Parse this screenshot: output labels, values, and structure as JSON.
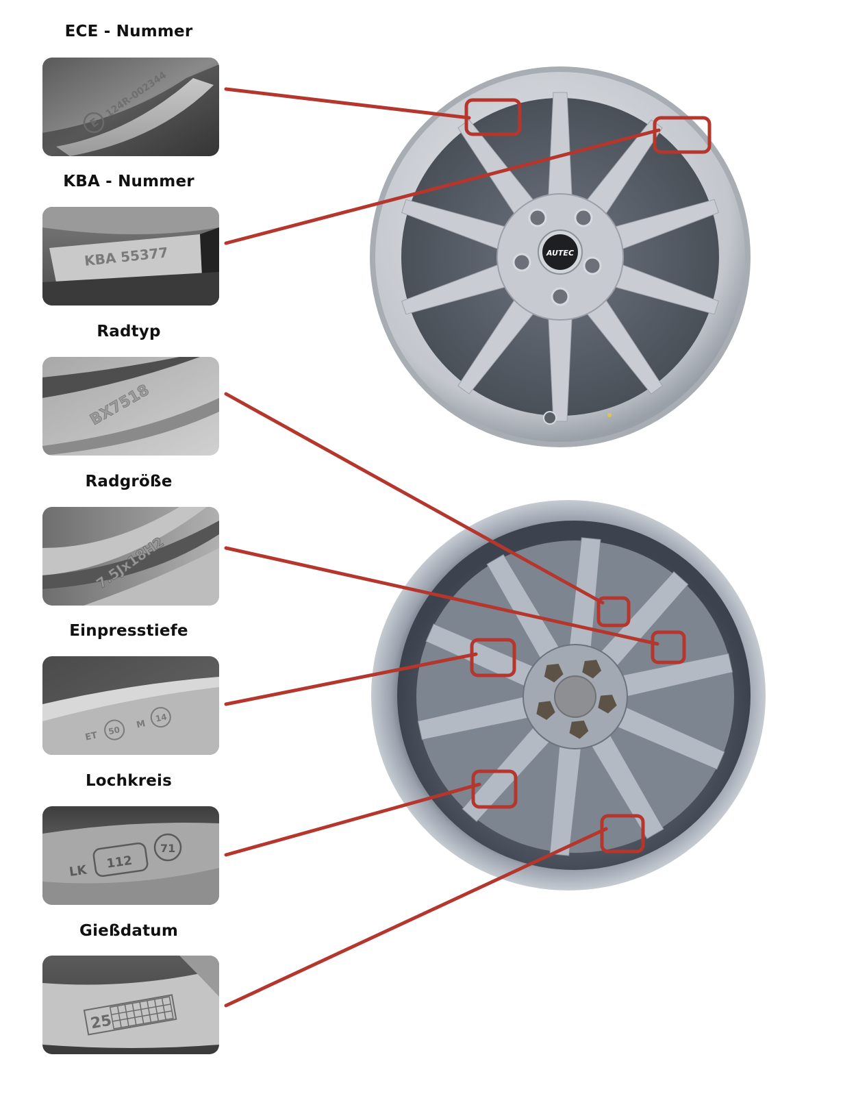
{
  "labels": {
    "ece": "ECE - Nummer",
    "kba": "KBA - Nummer",
    "radtyp": "Radtyp",
    "radgroesse": "Radgröße",
    "einpresstiefe": "Einpresstiefe",
    "lochkreis": "Lochkreis",
    "giessdatum": "Gießdatum"
  },
  "stamps": {
    "ece_mark": "E",
    "ece_code": "124R-002344",
    "kba_code": "KBA  55377",
    "radtyp_code": "BX7518",
    "radgroesse_code": "7.5Jx18H2",
    "et_prefix": "ET",
    "et_value": "50",
    "et_m": "M",
    "et_14": "14",
    "lk_prefix": "LK",
    "lk_value": "112",
    "lk_hole": "71",
    "date_prefix": "25"
  },
  "wheel_logo": "AUTEC",
  "colors": {
    "connector": "#b5362d",
    "highlight": "#b5362d",
    "label_text": "#111111"
  }
}
